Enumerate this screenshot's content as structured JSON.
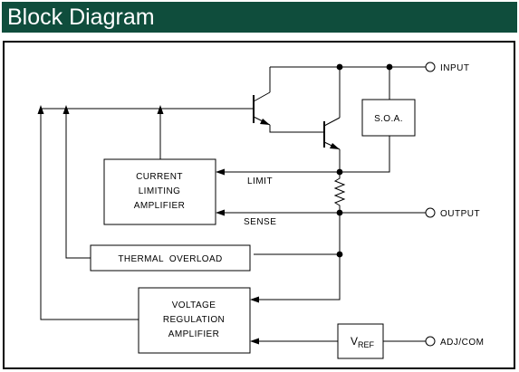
{
  "header": {
    "title": "Block Diagram"
  },
  "diagram": {
    "terminals": {
      "input": "INPUT",
      "output": "OUTPUT",
      "adj": "ADJ/COM"
    },
    "signals": {
      "limit": "LIMIT",
      "sense": "SENSE"
    },
    "blocks": {
      "soa": "S.O.A.",
      "current_limiting": [
        "CURRENT",
        "LIMITING",
        "AMPLIFIER"
      ],
      "thermal_overload": "THERMAL  OVERLOAD",
      "voltage_regulation": [
        "VOLTAGE",
        "REGULATION",
        "AMPLIFIER"
      ],
      "vref_main": "V",
      "vref_sub": "REF"
    }
  }
}
